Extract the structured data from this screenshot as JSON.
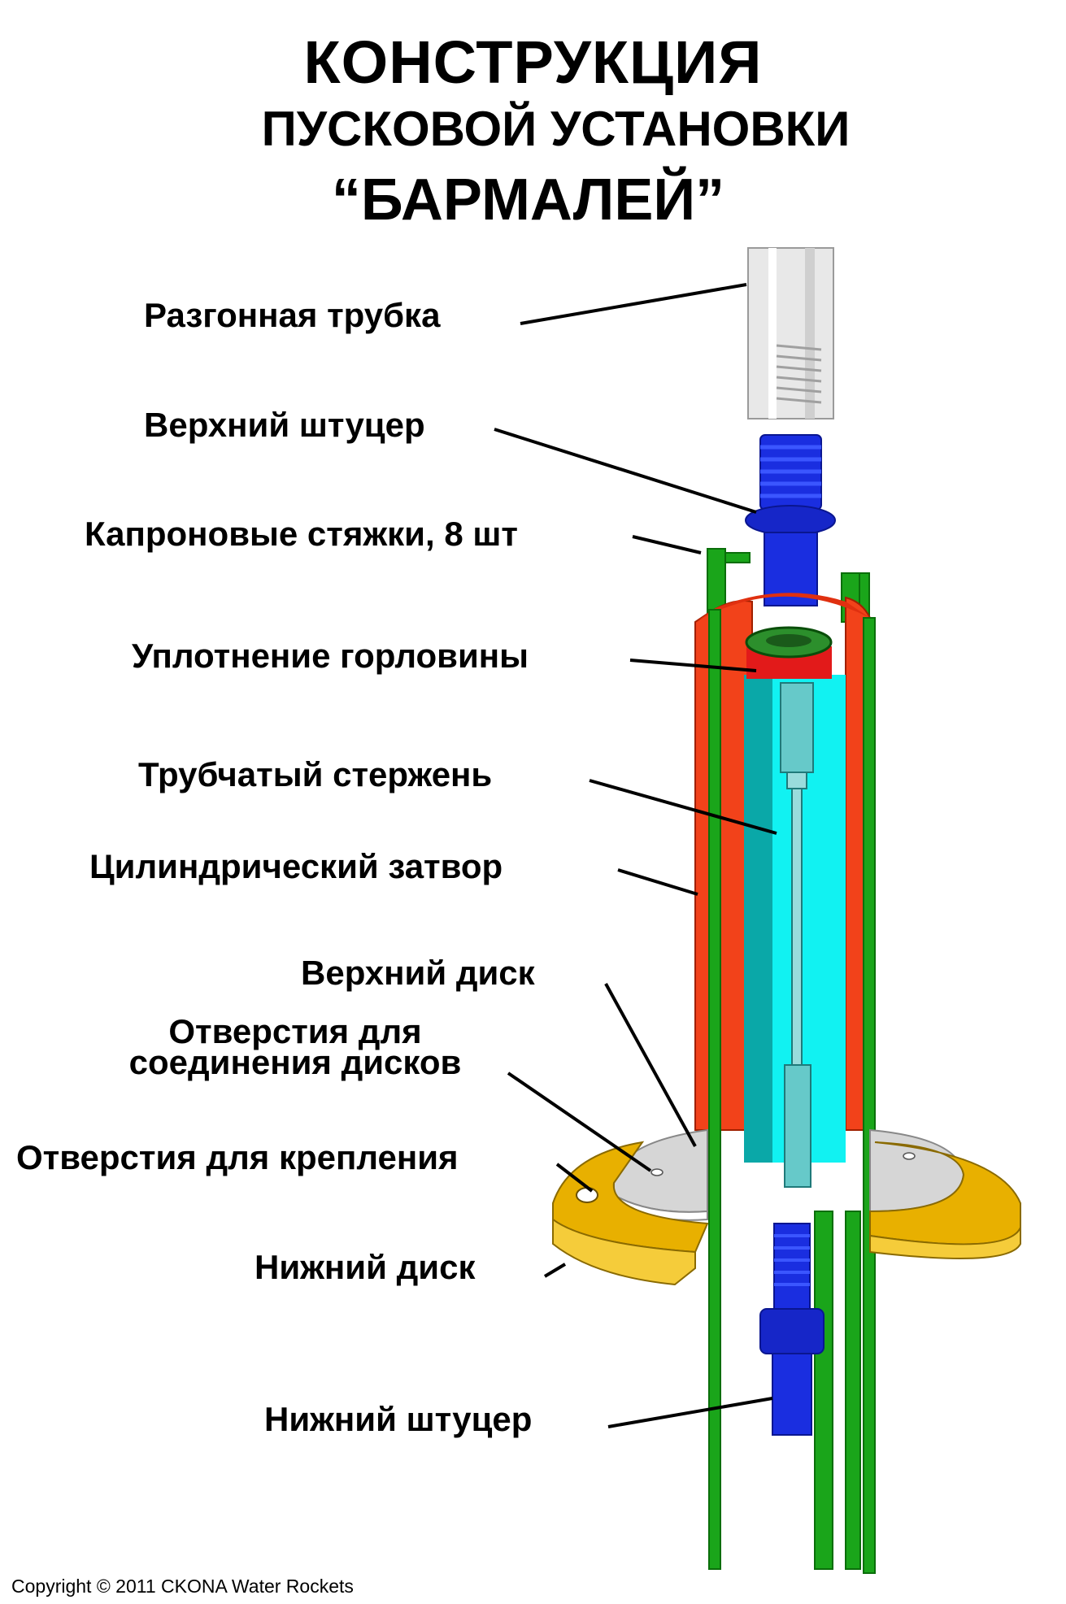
{
  "title": {
    "line1": "КОНСТРУКЦИЯ",
    "line2": "ПУСКОВОЙ УСТАНОВКИ",
    "line3": "“БАРМАЛЕЙ”"
  },
  "labels": {
    "launch_tube": "Разгонная трубка",
    "upper_fitting": "Верхний штуцер",
    "nylon_ties": "Капроновые стяжки, 8 шт",
    "neck_seal": "Уплотнение горловины",
    "tubular_rod": "Трубчатый стержень",
    "cylindrical_gate": "Цилиндрический затвор",
    "upper_disc": "Верхний диск",
    "disc_holes_line1": "Отверстия для",
    "disc_holes_line2": "соединения дисков",
    "mount_holes": "Отверстия для крепления",
    "lower_disc": "Нижний диск",
    "lower_fitting": "Нижний штуцер"
  },
  "copyright": "Copyright © 2011 CKONA Water Rockets",
  "colors": {
    "tube_gray": "#e6e6e6",
    "fitting_blue": "#1f2fd6",
    "tie_green": "#1aa51a",
    "gate_red": "#f2421a",
    "rod_cyan": "#11f2f2",
    "rod_dark_cyan": "#0aa8a8",
    "disc_gray": "#cfcfcf",
    "disc_gold": "#f2b800"
  }
}
